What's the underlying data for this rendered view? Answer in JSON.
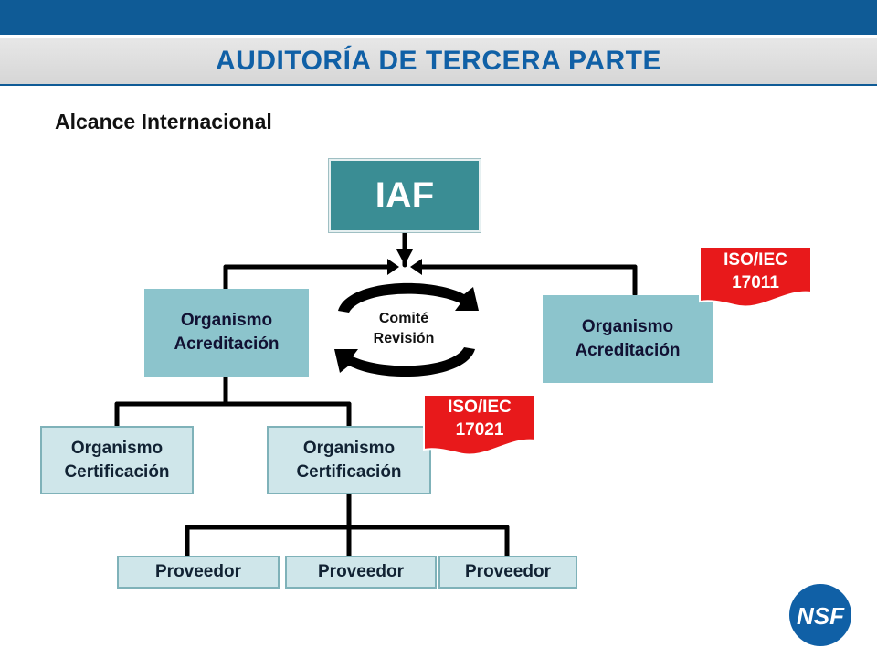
{
  "header": {
    "title": "AUDITORÍA DE TERCERA PARTE"
  },
  "subtitle": "Alcance Internacional",
  "diagram": {
    "iaf": "IAF",
    "acc_left": [
      "Organismo",
      "Acreditación"
    ],
    "acc_right": [
      "Organismo",
      "Acreditación"
    ],
    "cert_left": [
      "Organismo",
      "Certificación"
    ],
    "cert_right": [
      "Organismo",
      "Certificación"
    ],
    "proveedores": [
      "Proveedor",
      "Proveedor",
      "Proveedor"
    ],
    "comite": [
      "Comité",
      "Revisión"
    ],
    "tag_17011": [
      "ISO/IEC",
      "17011"
    ],
    "tag_17021": [
      "ISO/IEC",
      "17021"
    ]
  },
  "logo": {
    "text": "NSF",
    "color": "#1060a6"
  },
  "colors": {
    "topbar": "#0f5b96",
    "title": "#1060a6",
    "iaf": "#3a8d94",
    "acreditacion": "#8cc4cc",
    "certificacion": "#cfe6ea",
    "tag": "#e8191b"
  }
}
